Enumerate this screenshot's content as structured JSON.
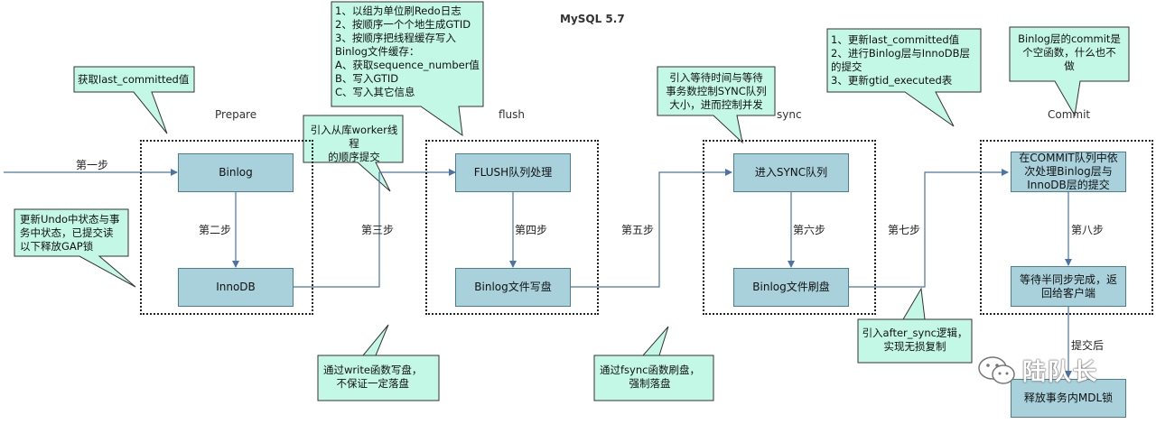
{
  "title": "MySQL 5.7",
  "stages": {
    "prepare": "Prepare",
    "flush": "flush",
    "sync": "sync",
    "commit": "Commit"
  },
  "nodes": {
    "binlog": "Binlog",
    "innodb": "InnoDB",
    "flush_queue": "FLUSH队列处理",
    "binlog_write": "Binlog文件写盘",
    "sync_queue": "进入SYNC队列",
    "binlog_fsync": "Binlog文件刷盘",
    "commit_queue": [
      "在COMMIT队列中依",
      "次处理Binlog层与",
      "InnoDB层的提交"
    ],
    "semi_sync": [
      "等待半同步完成，返",
      "回给客户端"
    ],
    "release_mdl": "释放事务内MDL锁"
  },
  "steps": {
    "s1": "第一步",
    "s2": "第二步",
    "s3": "第三步",
    "s4": "第四步",
    "s5": "第五步",
    "s6": "第六步",
    "s7": "第七步",
    "s8": "第八步",
    "after_commit": "提交后"
  },
  "callouts": {
    "last_committed": [
      "获取last_committed值"
    ],
    "undo": [
      "更新Undo中状态与事",
      "务中状态，已提交读",
      "以下释放GAP锁"
    ],
    "worker": [
      "引入从库worker线程",
      "的顺序提交"
    ],
    "flush_steps": [
      "1、以组为单位刷Redo日志",
      "2、按顺序一个个地生成GTID",
      "3、按顺序把线程缓存写入",
      "Binlog文件缓存：",
      "A、获取sequence_number值",
      "B、写入GTID",
      "C、写入其它信息"
    ],
    "write": [
      "通过write函数写盘，",
      "不保证一定落盘"
    ],
    "sync_wait": [
      "引入等待时间与等待",
      "事务数控制SYNC队列",
      "大小，进而控制并发"
    ],
    "fsync": [
      "通过fsync函数刷盘，",
      "强制落盘"
    ],
    "commit_steps": [
      "1、更新last_committed值",
      "2、进行Binlog层与InnoDB层",
      "的提交",
      "3、更新gtid_executed表"
    ],
    "after_sync": [
      "引入after_sync逻辑，",
      "实现无损复制"
    ],
    "empty_func": [
      "Binlog层的commit是",
      "个空函数，什么也不",
      "做"
    ]
  },
  "watermark": "陆队长",
  "colors": {
    "node_fill": "#a8d1db",
    "node_border": "#4a7f8c",
    "callout_fill": "#c3f7e6",
    "callout_border": "#333333",
    "arrow": "#4a73a8"
  }
}
